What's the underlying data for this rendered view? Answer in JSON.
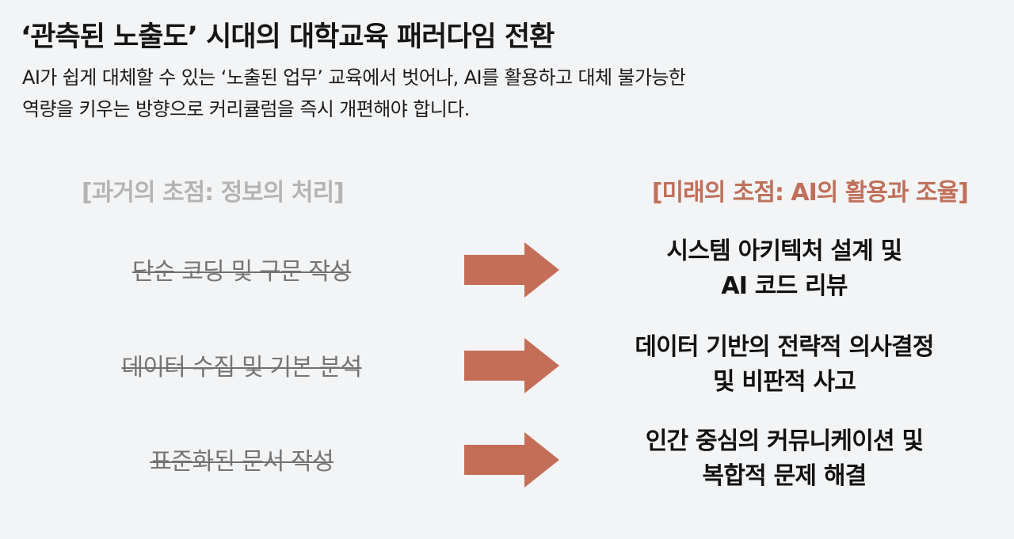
{
  "header": {
    "title": "‘관측된 노출도’ 시대의 대학교육 패러다임 전환",
    "subtitle_line1": "AI가 쉽게 대체할 수 있는 ‘노출된 업무’ 교육에서 벗어나, AI를 활용하고 대체 불가능한",
    "subtitle_line2": "역량을 키우는 방향으로 커리큘럼을 즉시 개편해야 합니다."
  },
  "columns": {
    "past_header": "[과거의 초점: 정보의 처리]",
    "future_header": "[미래의 초점: AI의 활용과 조율]"
  },
  "rows": [
    {
      "past": "단순 코딩 및 구문 작성",
      "future_line1": "시스템 아키텍처 설계 및",
      "future_line2": "AI 코드 리뷰"
    },
    {
      "past": "데이터 수집 및 기본 분석",
      "future_line1": "데이터 기반의 전략적 의사결정",
      "future_line2": "및 비판적 사고"
    },
    {
      "past": "표준화된 문서 작성",
      "future_line1": "인간 중심의 커뮤니케이션 및",
      "future_line2": "복합적 문제 해결"
    }
  ],
  "colors": {
    "arrow": "#c46e58",
    "future_header": "#c0705a",
    "past_header": "#b4b4b4",
    "background": "#f3f4f5"
  },
  "icons": {
    "arrow": "arrow-right-icon"
  }
}
